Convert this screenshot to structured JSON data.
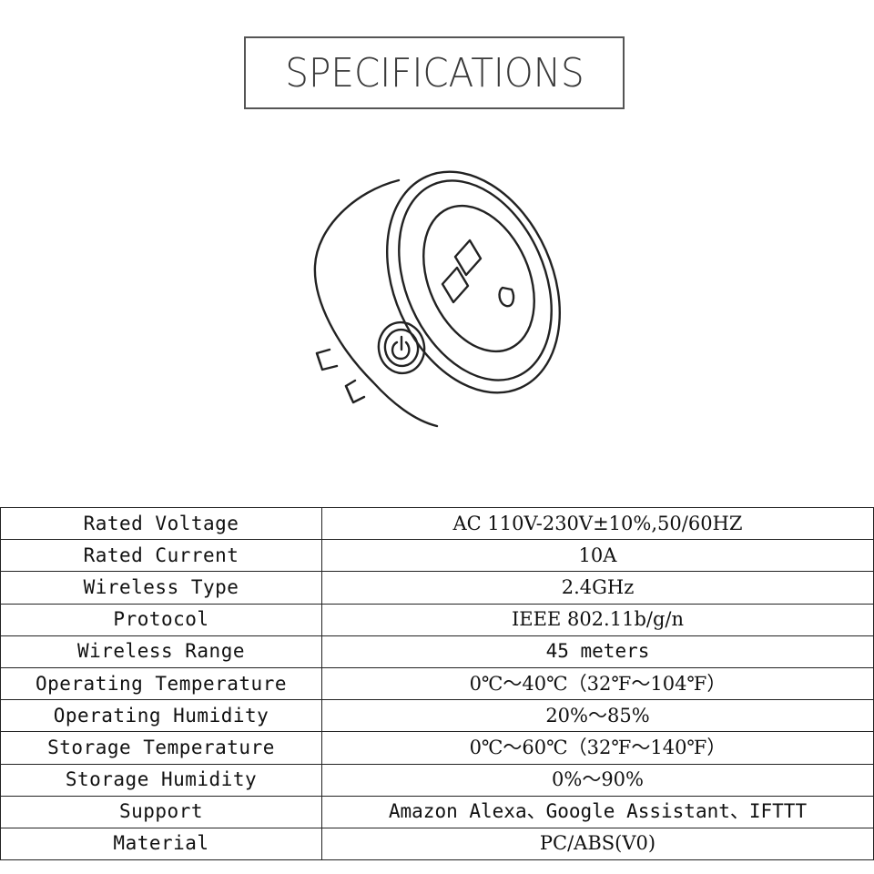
{
  "header": {
    "title": "SPECIFICATIONS"
  },
  "product_image": {
    "icon": "smart-plug-icon",
    "power_icon": "power-button-icon"
  },
  "specs": [
    {
      "label": "Rated Voltage",
      "value": "AC 110V-230V±10%,50/60HZ"
    },
    {
      "label": "Rated Current",
      "value": "10A"
    },
    {
      "label": "Wireless Type",
      "value": "2.4GHz"
    },
    {
      "label": "Protocol",
      "value": "IEEE 802.11b/g/n"
    },
    {
      "label": "Wireless Range",
      "value": "45 meters"
    },
    {
      "label": "Operating Temperature",
      "value": "0℃～40℃（32℉～104℉）"
    },
    {
      "label": "Operating Humidity",
      "value": "20%～85%"
    },
    {
      "label": "Storage Temperature",
      "value": "0℃～60℃（32℉～140℉）"
    },
    {
      "label": "Storage Humidity",
      "value": "0%～90%"
    },
    {
      "label": "Support",
      "value": "Amazon Alexa、Google Assistant、IFTTT"
    },
    {
      "label": "Material",
      "value": "PC/ABS(V0)"
    }
  ]
}
